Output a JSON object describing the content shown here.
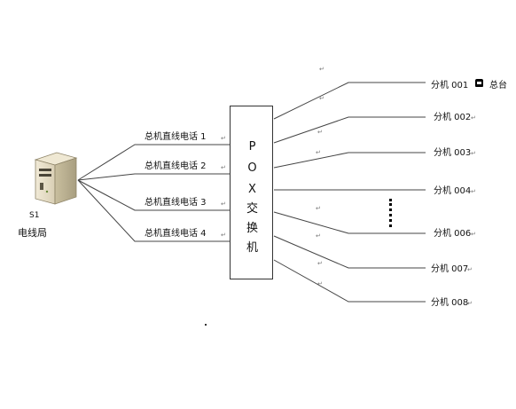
{
  "central_office": {
    "server_label": "S1",
    "name": "电线局"
  },
  "trunk_lines": [
    {
      "label": "总机直线电话 1"
    },
    {
      "label": "总机直线电话 2"
    },
    {
      "label": "总机直线电话 3"
    },
    {
      "label": "总机直线电话 4"
    }
  ],
  "pbx": {
    "chars": [
      "P",
      "O",
      "X",
      "交",
      "换",
      "机"
    ]
  },
  "extensions": [
    {
      "label": "分机 001",
      "note": "总台"
    },
    {
      "label": "分机 002"
    },
    {
      "label": "分机 003"
    },
    {
      "label": "分机 004"
    },
    {
      "label": "分机 006"
    },
    {
      "label": "分机 007"
    },
    {
      "label": "分机 008"
    }
  ],
  "marks": {
    "return_symbol": "↵"
  }
}
